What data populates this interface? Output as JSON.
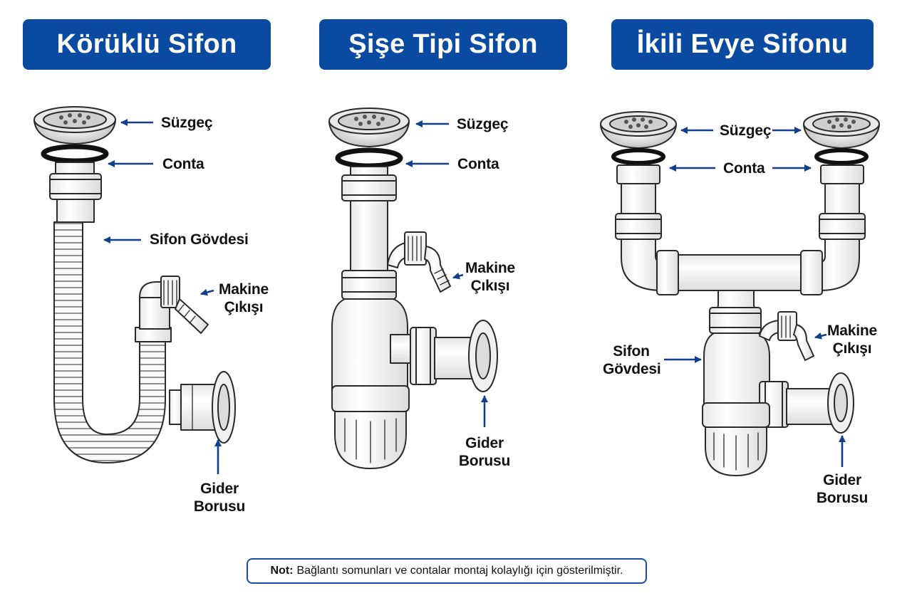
{
  "panels": [
    {
      "title": "Körüklü Sifon",
      "labels": {
        "strainer": "Süzgeç",
        "gasket": "Conta",
        "body": "Sifon Gövdesi",
        "machine_outlet_1": "Makine",
        "machine_outlet_2": "Çıkışı",
        "drain_1": "Gider",
        "drain_2": "Borusu"
      }
    },
    {
      "title": "Şişe Tipi Sifon",
      "labels": {
        "strainer": "Süzgeç",
        "gasket": "Conta",
        "machine_outlet_1": "Makine",
        "machine_outlet_2": "Çıkışı",
        "drain_1": "Gider",
        "drain_2": "Borusu"
      }
    },
    {
      "title": "İkili Evye Sifonu",
      "labels": {
        "strainer": "Süzgeç",
        "gasket": "Conta",
        "body_1": "Sifon",
        "body_2": "Gövdesi",
        "machine_outlet_1": "Makine",
        "machine_outlet_2": "Çıkışı",
        "drain_1": "Gider",
        "drain_2": "Borusu"
      }
    }
  ],
  "note": {
    "label": "Not:",
    "text": "Bağlantı somunları ve contalar montaj kolaylığı için gösterilmiştir."
  },
  "colors": {
    "title_bg": "#0a4aa0",
    "arrow": "#123f8c",
    "outline": "#2a2a2a"
  }
}
